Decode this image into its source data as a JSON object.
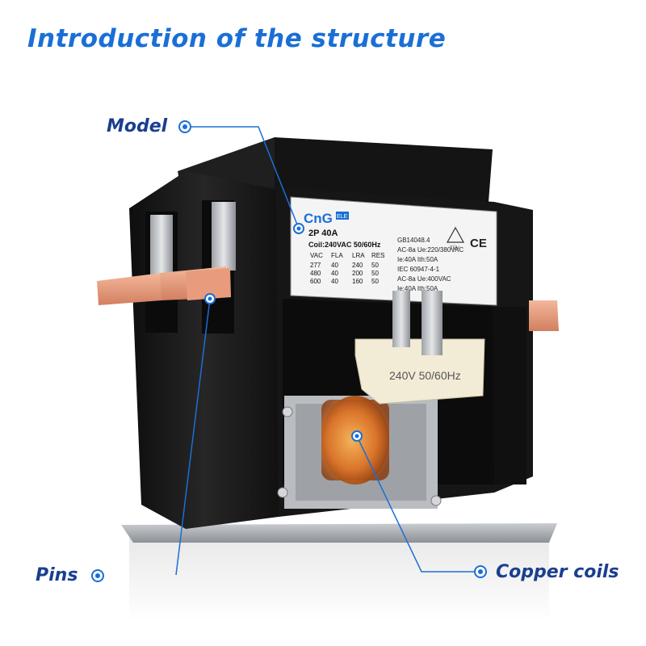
{
  "title": "Introduction of the structure",
  "callouts": {
    "model": "Model",
    "pins": "Pins",
    "copper_coils": "Copper coils"
  },
  "product_label": {
    "brand": "CnG",
    "brand_badge": "ELE",
    "model": "2P 40A",
    "coil": "Coil:240VAC 50/60Hz",
    "table_headers": [
      "VAC",
      "FLA",
      "LRA",
      "RES"
    ],
    "table_rows": [
      [
        "277",
        "40",
        "240",
        "50"
      ],
      [
        "480",
        "40",
        "200",
        "50"
      ],
      [
        "600",
        "40",
        "160",
        "50"
      ]
    ],
    "spec_lines": [
      "GB14048.4",
      "AC-8a Ue:220/380VAC",
      "Ie:40A Ith:50A",
      "IEC 60947-4-1",
      "AC-8a Ue:400VAC",
      "Ie:40A Ith:50A"
    ],
    "ce_mark": "CE",
    "tuv_mark": "TÜV"
  },
  "coil_label": "240V 50/60Hz",
  "colors": {
    "accent": "#1a6fd6",
    "label_text": "#1a3f8f",
    "body": "#1b1b1b",
    "copper": "#d9742a"
  }
}
